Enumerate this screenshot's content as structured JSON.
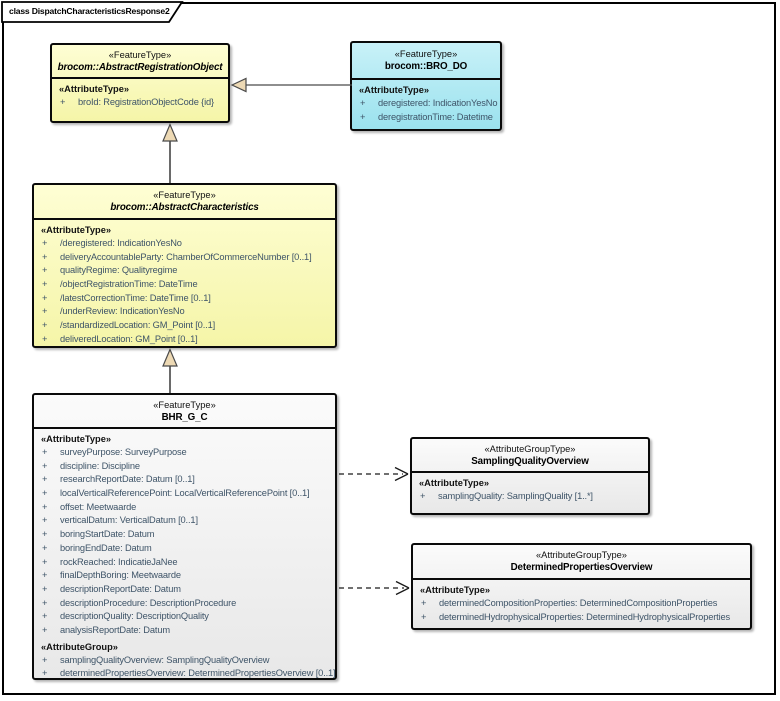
{
  "diagram": {
    "title": "class DispatchCharacteristicsResponse2"
  },
  "colors": {
    "yellow_top": "#FEFED4",
    "yellow_bottom": "#F5F5A8",
    "cyan_top": "#C8F1F8",
    "cyan_bottom": "#9BE2EE",
    "gray_top": "#FBFBFB",
    "gray_bottom": "#E8E8E8",
    "generalization_arrow_fill": "#EDD9B4",
    "attribute_text": "#3E5468"
  },
  "classes": [
    {
      "stereotype": "«FeatureType»",
      "name": "brocom::AbstractRegistrationObject",
      "abstract": true,
      "fill": "yellow",
      "sections": [
        {
          "label": "«AttributeType»",
          "items": [
            {
              "vis": "+",
              "text": "broId: RegistrationObjectCode {id}"
            }
          ]
        }
      ]
    },
    {
      "stereotype": "«FeatureType»",
      "name": "brocom::BRO_DO",
      "abstract": false,
      "fill": "cyan",
      "sections": [
        {
          "label": "«AttributeType»",
          "items": [
            {
              "vis": "+",
              "text": "deregistered: IndicationYesNo"
            },
            {
              "vis": "+",
              "text": "deregistrationTime: Datetime"
            }
          ]
        }
      ]
    },
    {
      "stereotype": "«FeatureType»",
      "name": "brocom::AbstractCharacteristics",
      "abstract": true,
      "fill": "yellow",
      "sections": [
        {
          "label": "«AttributeType»",
          "items": [
            {
              "vis": "+",
              "text": "/deregistered: IndicationYesNo"
            },
            {
              "vis": "+",
              "text": "deliveryAccountableParty: ChamberOfCommerceNumber [0..1]"
            },
            {
              "vis": "+",
              "text": "qualityRegime: Qualityregime"
            },
            {
              "vis": "+",
              "text": "/objectRegistrationTime: DateTime"
            },
            {
              "vis": "+",
              "text": "/latestCorrectionTime: DateTime [0..1]"
            },
            {
              "vis": "+",
              "text": "/underReview: IndicationYesNo"
            },
            {
              "vis": "+",
              "text": "/standardizedLocation: GM_Point [0..1]"
            },
            {
              "vis": "+",
              "text": "deliveredLocation: GM_Point [0..1]"
            }
          ]
        }
      ]
    },
    {
      "stereotype": "«FeatureType»",
      "name": "BHR_G_C",
      "abstract": false,
      "fill": "gray",
      "sections": [
        {
          "label": "«AttributeType»",
          "items": [
            {
              "vis": "+",
              "text": "surveyPurpose: SurveyPurpose"
            },
            {
              "vis": "+",
              "text": "discipline: Discipline"
            },
            {
              "vis": "+",
              "text": "researchReportDate: Datum [0..1]"
            },
            {
              "vis": "+",
              "text": "localVerticalReferencePoint: LocalVerticalReferencePoint [0..1]"
            },
            {
              "vis": "+",
              "text": "offset: Meetwaarde"
            },
            {
              "vis": "+",
              "text": "verticalDatum: VerticalDatum [0..1]"
            },
            {
              "vis": "+",
              "text": "boringStartDate: Datum"
            },
            {
              "vis": "+",
              "text": "boringEndDate: Datum"
            },
            {
              "vis": "+",
              "text": "rockReached: IndicatieJaNee"
            },
            {
              "vis": "+",
              "text": "finalDepthBoring: Meetwaarde"
            },
            {
              "vis": "+",
              "text": "descriptionReportDate: Datum"
            },
            {
              "vis": "+",
              "text": "descriptionProcedure: DescriptionProcedure"
            },
            {
              "vis": "+",
              "text": "descriptionQuality: DescriptionQuality"
            },
            {
              "vis": "+",
              "text": "analysisReportDate: Datum"
            }
          ]
        },
        {
          "label": "«AttributeGroup»",
          "items": [
            {
              "vis": "+",
              "text": "samplingQualityOverview: SamplingQualityOverview"
            },
            {
              "vis": "+",
              "text": "determinedPropertiesOverview: DeterminedPropertiesOverview [0..1]"
            }
          ]
        }
      ]
    },
    {
      "stereotype": "«AttributeGroupType»",
      "name": "SamplingQualityOverview",
      "abstract": false,
      "fill": "gray",
      "sections": [
        {
          "label": "«AttributeType»",
          "items": [
            {
              "vis": "+",
              "text": "samplingQuality: SamplingQuality [1..*]"
            }
          ]
        }
      ]
    },
    {
      "stereotype": "«AttributeGroupType»",
      "name": "DeterminedPropertiesOverview",
      "abstract": false,
      "fill": "gray",
      "sections": [
        {
          "label": "«AttributeType»",
          "items": [
            {
              "vis": "+",
              "text": "determinedCompositionProperties: DeterminedCompositionProperties"
            },
            {
              "vis": "+",
              "text": "determinedHydrophysicalProperties: DeterminedHydrophysicalProperties"
            }
          ]
        }
      ]
    }
  ],
  "relations": [
    {
      "type": "generalization",
      "from": "brocom::BRO_DO",
      "to": "brocom::AbstractRegistrationObject"
    },
    {
      "type": "generalization",
      "from": "brocom::AbstractCharacteristics",
      "to": "brocom::AbstractRegistrationObject"
    },
    {
      "type": "generalization",
      "from": "BHR_G_C",
      "to": "brocom::AbstractCharacteristics"
    },
    {
      "type": "dependency",
      "from": "BHR_G_C",
      "to": "SamplingQualityOverview"
    },
    {
      "type": "dependency",
      "from": "BHR_G_C",
      "to": "DeterminedPropertiesOverview"
    }
  ]
}
